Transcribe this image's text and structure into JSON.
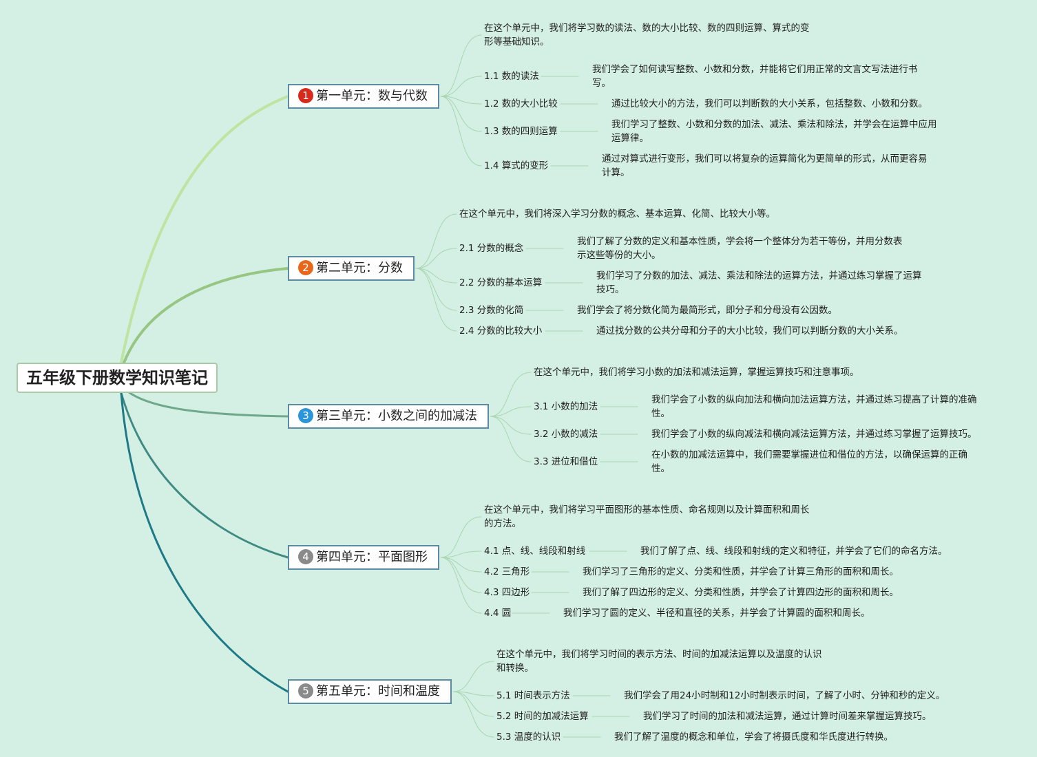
{
  "root": {
    "title": "五年级下册数学知识笔记"
  },
  "branch_colors": [
    "#bde5a1",
    "#97c582",
    "#6fa88a",
    "#3f8a82",
    "#1d7a86"
  ],
  "units": [
    {
      "num": "1",
      "title": "第一单元：数与代数",
      "badge_color": "#d9281c",
      "intro": [
        "在这个单元中，我们将学习数的读法、数的大小比较、数的四则运算、算式的变",
        "形等基础知识。"
      ],
      "topics": [
        {
          "label": "1.1 数的读法",
          "desc": [
            "我们学会了如何读写整数、小数和分数，并能将它们用正常的文言文写法进行书",
            "写。"
          ]
        },
        {
          "label": "1.2 数的大小比较",
          "desc": [
            "通过比较大小的方法，我们可以判断数的大小关系，包括整数、小数和分数。"
          ]
        },
        {
          "label": "1.3 数的四则运算",
          "desc": [
            "我们学习了整数、小数和分数的加法、减法、乘法和除法，并学会在运算中应用",
            "运算律。"
          ]
        },
        {
          "label": "1.4 算式的变形",
          "desc": [
            "通过对算式进行变形，我们可以将复杂的运算简化为更简单的形式，从而更容易",
            "计算。"
          ]
        }
      ]
    },
    {
      "num": "2",
      "title": "第二单元：分数",
      "badge_color": "#e8671b",
      "intro": [
        "在这个单元中，我们将深入学习分数的概念、基本运算、化简、比较大小等。"
      ],
      "topics": [
        {
          "label": "2.1 分数的概念",
          "desc": [
            "我们了解了分数的定义和基本性质，学会将一个整体分为若干等份，并用分数表",
            "示这些等份的大小。"
          ]
        },
        {
          "label": "2.2 分数的基本运算",
          "desc": [
            "我们学习了分数的加法、减法、乘法和除法的运算方法，并通过练习掌握了运算",
            "技巧。"
          ]
        },
        {
          "label": "2.3 分数的化简",
          "desc": [
            "我们学会了将分数化简为最简形式，即分子和分母没有公因数。"
          ]
        },
        {
          "label": "2.4 分数的比较大小",
          "desc": [
            "通过找分数的公共分母和分子的大小比较，我们可以判断分数的大小关系。"
          ]
        }
      ]
    },
    {
      "num": "3",
      "title": "第三单元：小数之间的加减法",
      "badge_color": "#2a96d9",
      "intro": [
        "在这个单元中，我们将学习小数的加法和减法运算，掌握运算技巧和注意事项。"
      ],
      "topics": [
        {
          "label": "3.1 小数的加法",
          "desc": [
            "我们学会了小数的纵向加法和横向加法运算方法，并通过练习提高了计算的准确",
            "性。"
          ]
        },
        {
          "label": "3.2 小数的减法",
          "desc": [
            "我们学会了小数的纵向减法和横向减法运算方法，并通过练习掌握了运算技巧。"
          ]
        },
        {
          "label": "3.3 进位和借位",
          "desc": [
            "在小数的加减法运算中，我们需要掌握进位和借位的方法，以确保运算的正确",
            "性。"
          ]
        }
      ]
    },
    {
      "num": "4",
      "title": "第四单元：平面图形",
      "badge_color": "#8a8a8a",
      "intro": [
        "在这个单元中，我们将学习平面图形的基本性质、命名规则以及计算面积和周长",
        "的方法。"
      ],
      "topics": [
        {
          "label": "4.1 点、线、线段和射线",
          "desc": [
            "我们了解了点、线、线段和射线的定义和特征，并学会了它们的命名方法。"
          ]
        },
        {
          "label": "4.2 三角形",
          "desc": [
            "我们学习了三角形的定义、分类和性质，并学会了计算三角形的面积和周长。"
          ]
        },
        {
          "label": "4.3 四边形",
          "desc": [
            "我们了解了四边形的定义、分类和性质，并学会了计算四边形的面积和周长。"
          ]
        },
        {
          "label": "4.4 圆",
          "desc": [
            "我们学习了圆的定义、半径和直径的关系，并学会了计算圆的面积和周长。"
          ]
        }
      ]
    },
    {
      "num": "5",
      "title": "第五单元：时间和温度",
      "badge_color": "#8a8a8a",
      "intro": [
        "在这个单元中，我们将学习时间的表示方法、时间的加减法运算以及温度的认识",
        "和转换。"
      ],
      "topics": [
        {
          "label": "5.1 时间表示方法",
          "desc": [
            "我们学会了用24小时制和12小时制表示时间，了解了小时、分钟和秒的定义。"
          ]
        },
        {
          "label": "5.2 时间的加减法运算",
          "desc": [
            "我们学习了时间的加法和减法运算，通过计算时间差来掌握运算技巧。"
          ]
        },
        {
          "label": "5.3 温度的认识",
          "desc": [
            "我们了解了温度的概念和单位，学会了将摄氏度和华氏度进行转换。"
          ]
        }
      ]
    }
  ]
}
